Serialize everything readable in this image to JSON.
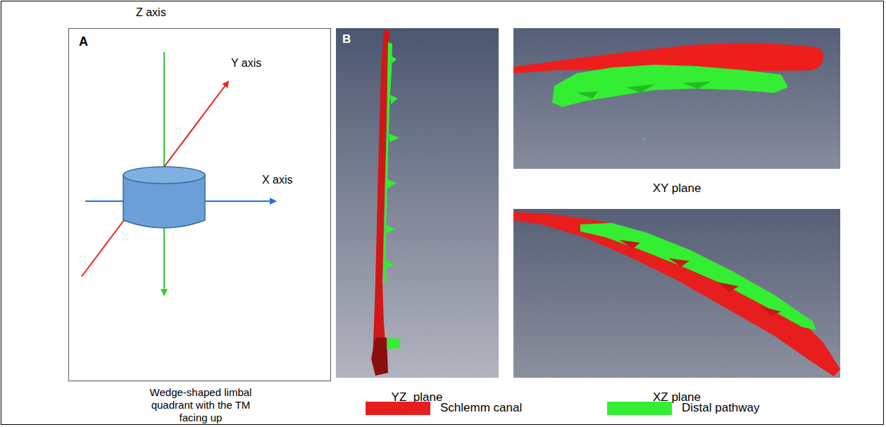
{
  "diagram": {
    "nodes": [
      {
        "text": [
          "A",
          "Wedge-shaped limbal quadrant with the TM facing up"
        ]
      },
      {
        "text": [
          "B",
          "YZ  plane"
        ]
      },
      {
        "text": [
          "XY plane"
        ]
      },
      {
        "text": [
          "XZ plane"
        ]
      }
    ],
    "labels": [
      "Z axis",
      "Y axis",
      "X axis"
    ],
    "legend": [
      {
        "text": "Schlemm canal",
        "color": "#e81e1e"
      },
      {
        "text": "Distal pathway",
        "color": "#33ee33"
      }
    ]
  }
}
